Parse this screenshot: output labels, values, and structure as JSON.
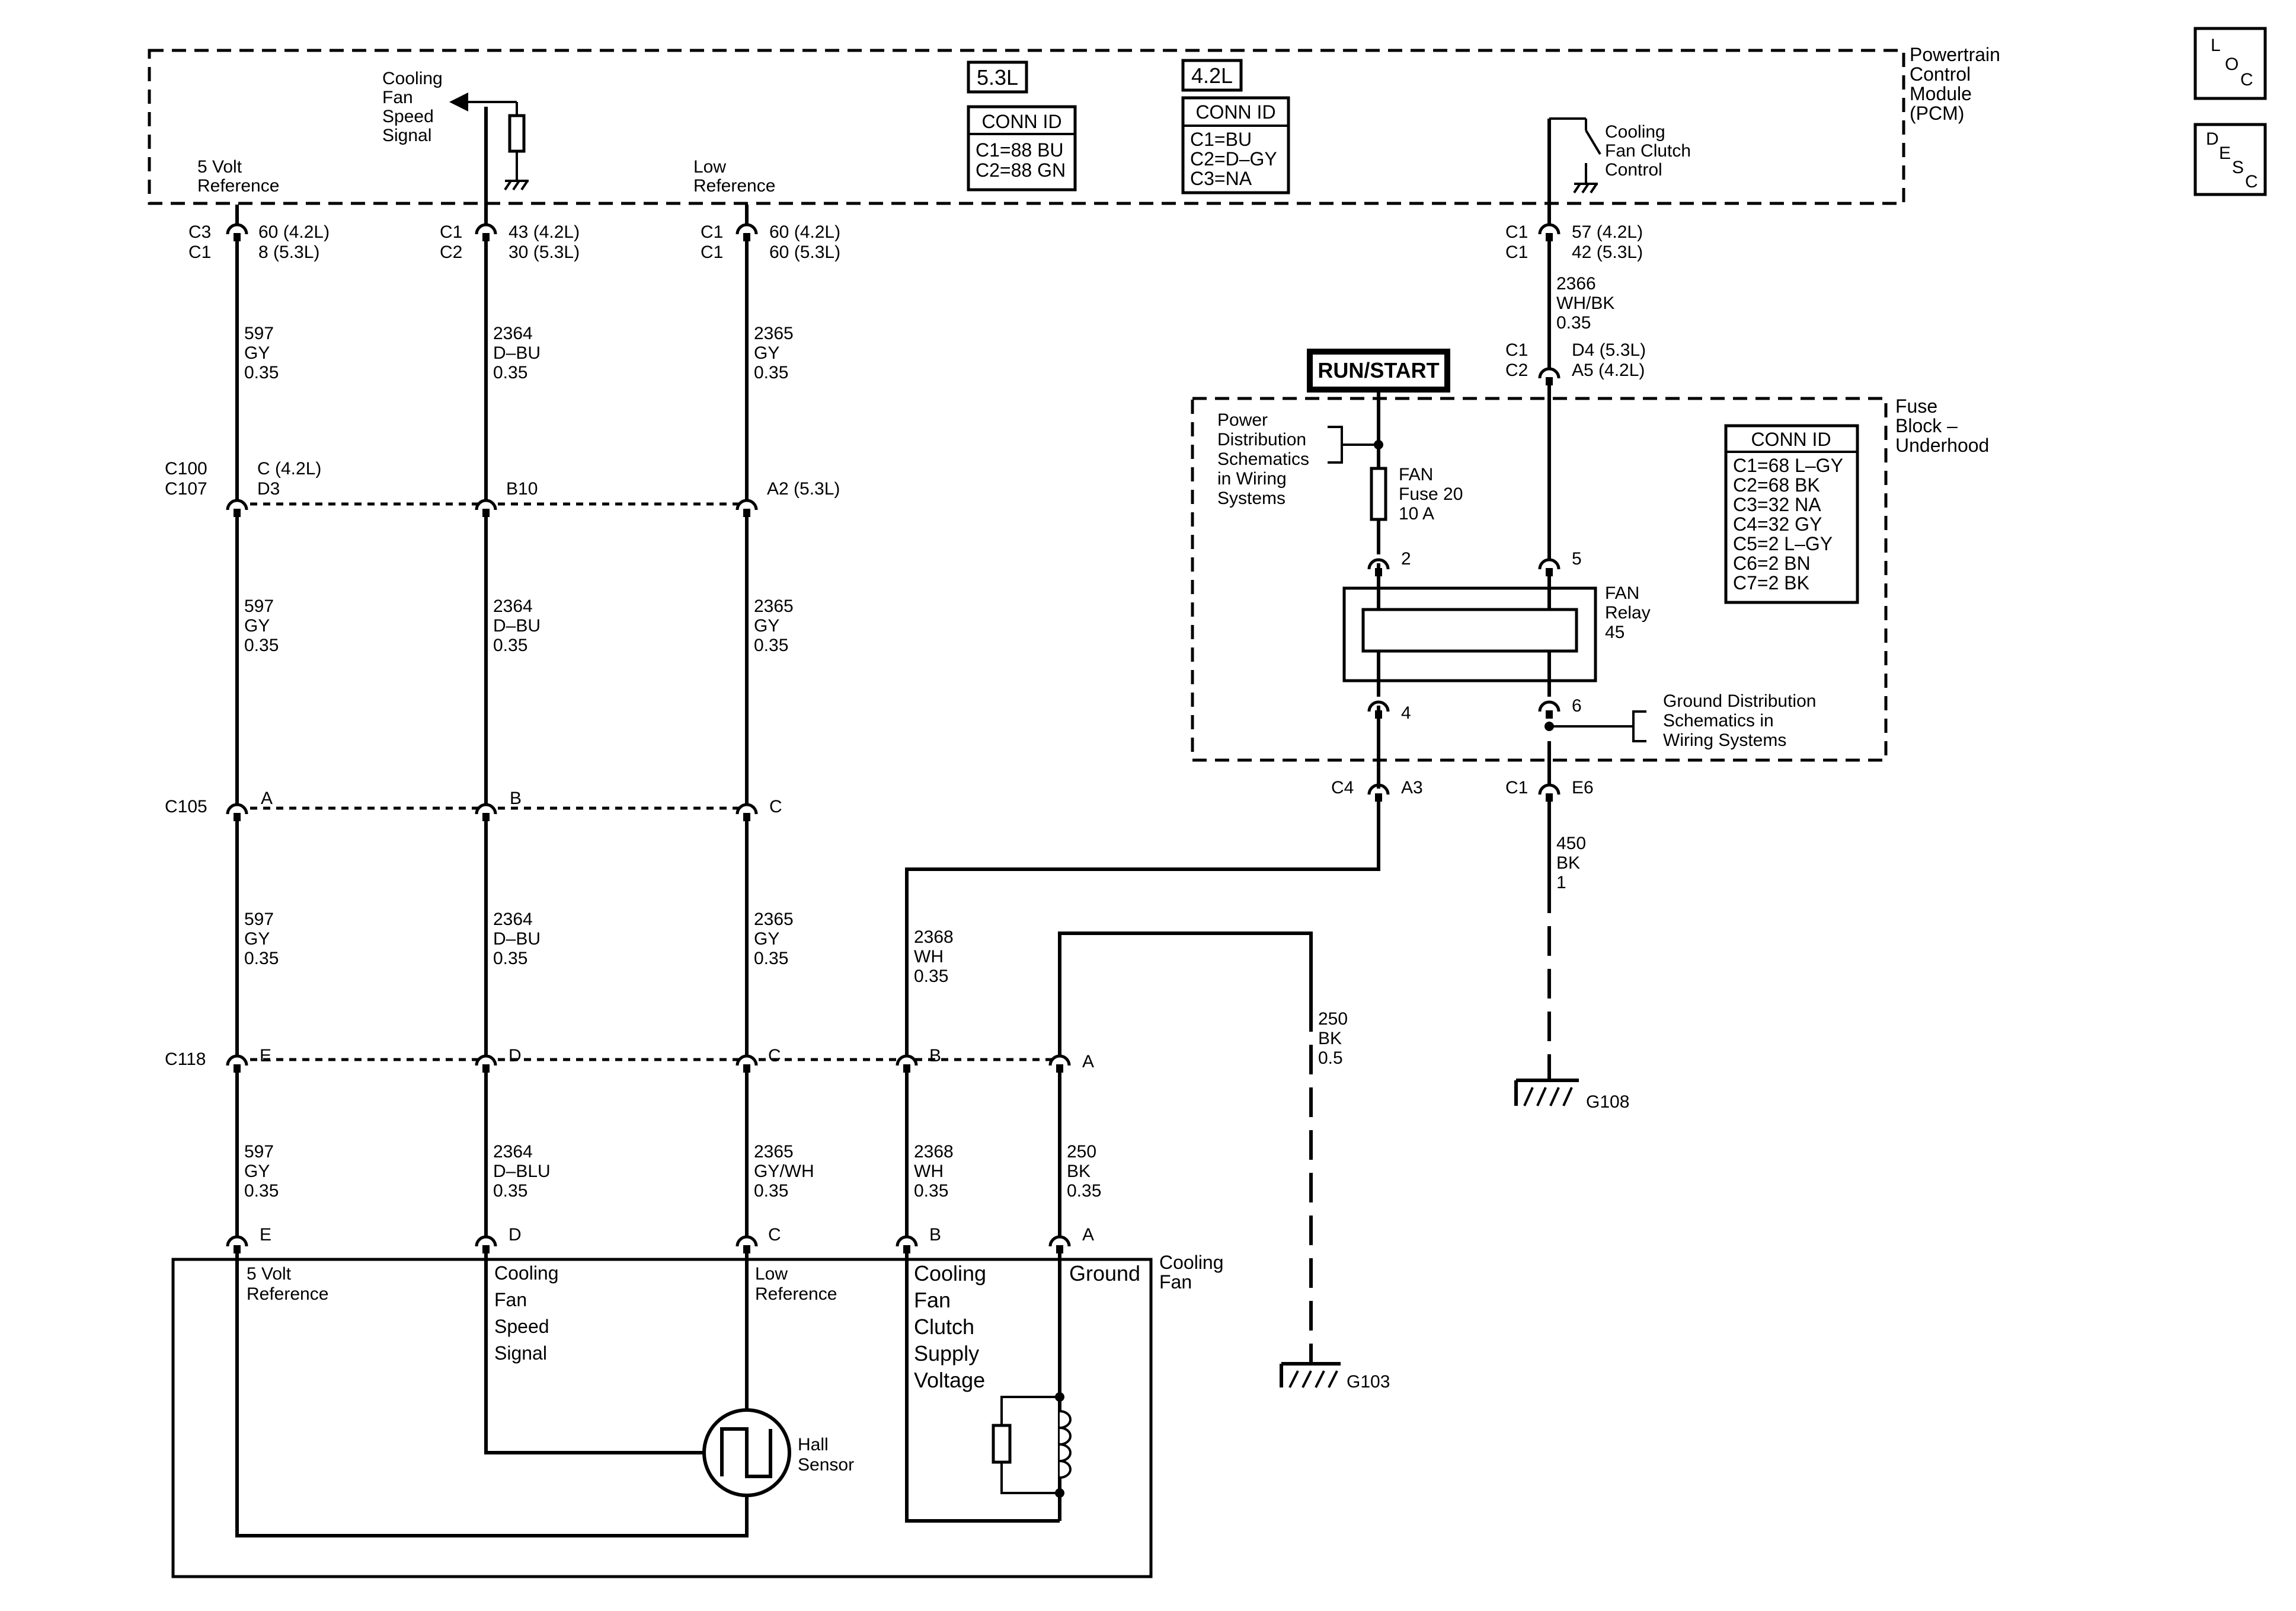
{
  "pcm": {
    "title": [
      "Powertrain",
      "Control",
      "Module",
      "(PCM)"
    ],
    "v53_label": "5.3L",
    "v42_label": "4.2L",
    "conn53": {
      "header": "CONN ID",
      "lines": [
        "C1=88 BU",
        "C2=88 GN"
      ]
    },
    "conn42": {
      "header": "CONN ID",
      "lines": [
        "C1=BU",
        "C2=D–GY",
        "C3=NA"
      ]
    },
    "pins": {
      "five_volt_ref": [
        "5 Volt",
        "Reference"
      ],
      "fan_speed_signal": [
        "Cooling",
        "Fan",
        "Speed",
        "Signal"
      ],
      "low_ref": [
        "Low",
        "Reference"
      ],
      "clutch_control": [
        "Cooling",
        "Fan Clutch",
        "Control"
      ]
    }
  },
  "pcm_conn": {
    "c1": {
      "conn": [
        "C3",
        "C1"
      ],
      "pin": [
        "60 (4.2L)",
        "8 (5.3L)"
      ]
    },
    "c2": {
      "conn": [
        "C1",
        "C2"
      ],
      "pin": [
        "43 (4.2L)",
        "30 (5.3L)"
      ]
    },
    "c3": {
      "conn": [
        "C1",
        "C1"
      ],
      "pin": [
        "60 (4.2L)",
        "60 (5.3L)"
      ]
    },
    "c4": {
      "conn": [
        "C1",
        "C1"
      ],
      "pin": [
        "57 (4.2L)",
        "42 (5.3L)"
      ]
    }
  },
  "wires": {
    "c1_seg1": [
      "597",
      "GY",
      "0.35"
    ],
    "c1_seg2": [
      "597",
      "GY",
      "0.35"
    ],
    "c1_seg3": [
      "597",
      "GY",
      "0.35"
    ],
    "c1_seg4": [
      "597",
      "GY",
      "0.35"
    ],
    "c2_seg1": [
      "2364",
      "D–BU",
      "0.35"
    ],
    "c2_seg2": [
      "2364",
      "D–BU",
      "0.35"
    ],
    "c2_seg3": [
      "2364",
      "D–BU",
      "0.35"
    ],
    "c2_seg4": [
      "2364",
      "D–BLU",
      "0.35"
    ],
    "c3_seg1": [
      "2365",
      "GY",
      "0.35"
    ],
    "c3_seg2": [
      "2365",
      "GY",
      "0.35"
    ],
    "c3_seg3": [
      "2365",
      "GY",
      "0.35"
    ],
    "c3_seg4": [
      "2365",
      "GY/WH",
      "0.35"
    ],
    "c4_pcm": [
      "2366",
      "WH/BK",
      "0.35"
    ],
    "wh_seg1": [
      "2368",
      "WH",
      "0.35"
    ],
    "wh_seg2": [
      "2368",
      "WH",
      "0.35"
    ],
    "bk_seg": [
      "250",
      "BK",
      "0.35"
    ],
    "bk_g103": [
      "250",
      "BK",
      "0.5"
    ],
    "bk_g108": [
      "450",
      "BK",
      "1"
    ]
  },
  "inline": {
    "c100": {
      "names": [
        "C100",
        "C107"
      ],
      "c1": [
        "C (4.2L)",
        "D3"
      ],
      "c2": "B10",
      "c3": "A2 (5.3L)"
    },
    "c105": {
      "name": "C105",
      "pins": [
        "A",
        "B",
        "C"
      ]
    },
    "c118": {
      "name": "C118",
      "pins": [
        "E",
        "D",
        "C",
        "B",
        "A"
      ]
    }
  },
  "fuse_block": {
    "title": [
      "Fuse",
      "Block –",
      "Underhood"
    ],
    "run_start": "RUN/START",
    "power_dist": [
      "Power",
      "Distribution",
      "Schematics",
      "in Wiring",
      "Systems"
    ],
    "fuse": [
      "FAN",
      "Fuse 20",
      "10 A"
    ],
    "relay": [
      "FAN",
      "Relay",
      "45"
    ],
    "ground_dist": [
      "Ground Distribution",
      "Schematics in",
      "Wiring Systems"
    ],
    "pins": {
      "p2": "2",
      "p5": "5",
      "p4": "4",
      "p6": "6"
    },
    "conn_top": {
      "names": [
        "C1",
        "C2"
      ],
      "pins": [
        "D4 (5.3L)",
        "A5 (4.2L)"
      ]
    },
    "conn_bottom_left": {
      "name": "C4",
      "pin": "A3"
    },
    "conn_bottom_right": {
      "name": "C1",
      "pin": "E6"
    },
    "conn_id": {
      "header": "CONN ID",
      "lines": [
        "C1=68 L–GY",
        "C2=68 BK",
        "C3=32 NA",
        "C4=32 GY",
        "C5=2 L–GY",
        "C6=2 BN",
        "C7=2 BK"
      ]
    }
  },
  "cooling_fan": {
    "title": [
      "Cooling",
      "Fan"
    ],
    "pin_letters": [
      "E",
      "D",
      "C",
      "B",
      "A"
    ],
    "labels": {
      "e": [
        "5 Volt",
        "Reference"
      ],
      "d": [
        "Cooling",
        "Fan",
        "Speed",
        "Signal"
      ],
      "c": [
        "Low",
        "Reference"
      ],
      "b": [
        "Cooling",
        "Fan",
        "Clutch",
        "Supply",
        "Voltage"
      ],
      "a": "Ground"
    },
    "hall": [
      "Hall",
      "Sensor"
    ]
  },
  "grounds": {
    "g103": "G103",
    "g108": "G108"
  },
  "side_icons": {
    "loc": [
      "L",
      "O",
      "C"
    ],
    "desc": [
      "D",
      "E",
      "S",
      "C"
    ]
  }
}
